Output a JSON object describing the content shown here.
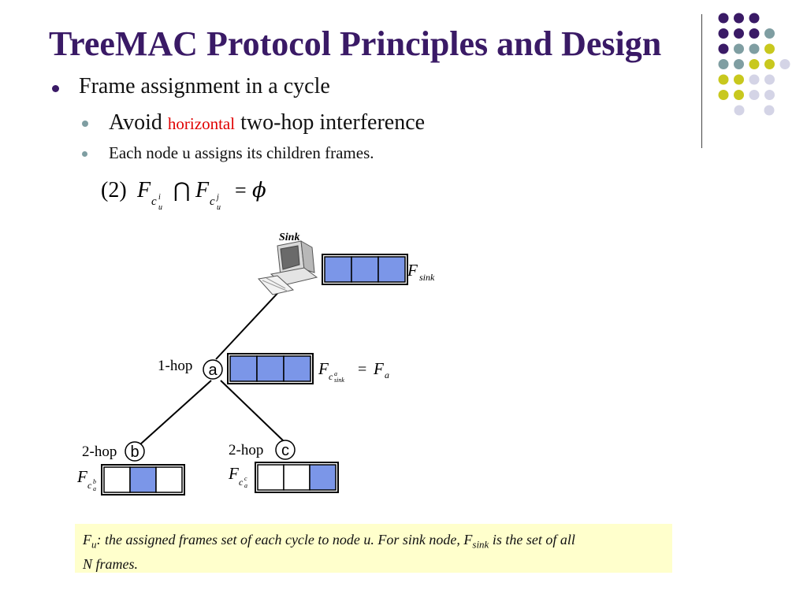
{
  "slide": {
    "title": "TreeMAC Protocol Principles and Design"
  },
  "bullets": {
    "l1": "Frame assignment in a cycle",
    "l2a_prefix": "Avoid",
    "l2a_highlight": "horizontal",
    "l2a_suffix": "two-hop interference",
    "l2b": "Each node u assigns its children frames."
  },
  "formula": {
    "number": "(2)",
    "F": "F",
    "sub_c": "c",
    "sup_i": "i",
    "sup_j": "j",
    "sub_u": "u",
    "cap": "⋂",
    "equals": "=",
    "empty": "ϕ"
  },
  "diagram": {
    "sink_label": "Sink",
    "sink_frame_label": "F",
    "sink_frame_sub": "sink",
    "node_a": "a",
    "node_b": "b",
    "node_c": "c",
    "hop1": "1-hop",
    "hop2_b": "2-hop",
    "hop2_c": "2-hop",
    "fa_F": "F",
    "fa_c": "c",
    "fa_sup": "a",
    "fa_sub": "sink",
    "fa_eq": "=",
    "fa_rhs_F": "F",
    "fa_rhs_sub": "a",
    "fb_F": "F",
    "fb_c": "c",
    "fb_sup": "b",
    "fb_sub": "a",
    "fc_F": "F",
    "fc_c": "c",
    "fc_sup": "c",
    "fc_sub": "a"
  },
  "frames": {
    "sink": [
      true,
      true,
      true
    ],
    "a": [
      true,
      true,
      true
    ],
    "b": [
      false,
      true,
      false
    ],
    "c": [
      false,
      false,
      true
    ]
  },
  "note": {
    "F": "F",
    "u_sub": "u",
    "text1": ": the assigned frames set of each cycle to node u. For sink node, F",
    "sink_sub": "sink",
    "text2": " is the set of all",
    "text3": "N frames."
  },
  "colors": {
    "title": "#3a1a66",
    "highlight": "#e00000",
    "frame_fill": "#7b96e8",
    "dot_purple": "#3a1a66",
    "dot_teal": "#7f9ea2",
    "dot_yellow": "#c8c81e",
    "dot_lavender": "#d4d4e6"
  }
}
